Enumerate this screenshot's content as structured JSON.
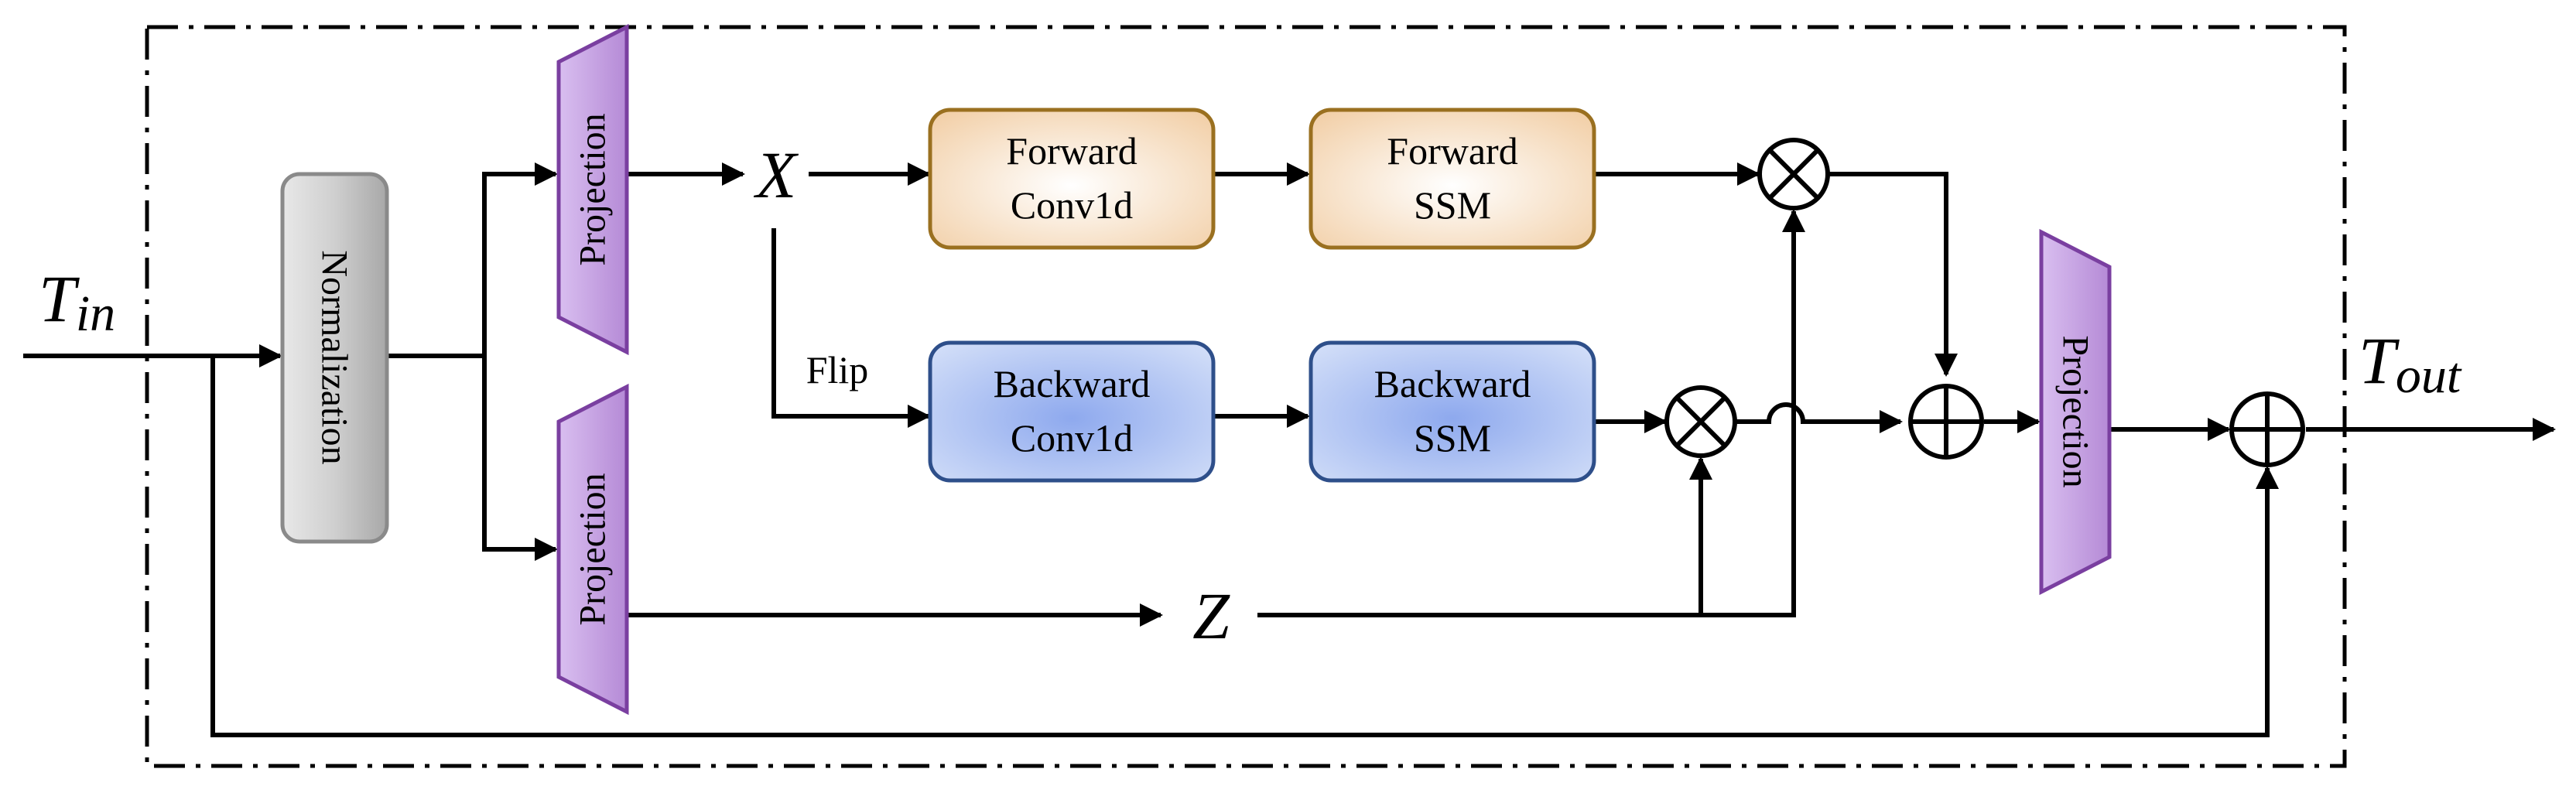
{
  "blocks": {
    "normalization": "Normalization",
    "projection": "Projection",
    "forward_conv_1": "Forward",
    "forward_conv_2": "Conv1d",
    "forward_ssm_1": "Forward",
    "forward_ssm_2": "SSM",
    "backward_conv_1": "Backward",
    "backward_conv_2": "Conv1d",
    "backward_ssm_1": "Backward",
    "backward_ssm_2": "SSM"
  },
  "labels": {
    "t_in_base": "T",
    "t_in_sub": "in",
    "t_out_base": "T",
    "t_out_sub": "out",
    "x": "X",
    "z": "Z",
    "flip": "Flip"
  },
  "operators": {
    "multiply": "⊗",
    "add": "⊕"
  },
  "colors": {
    "normalization_fill": "#c8c8c8",
    "normalization_stroke": "#8a8a8a",
    "projection_fill": "#c9a5e0",
    "projection_stroke": "#7a3fa0",
    "forward_fill": "#f6dcc0",
    "forward_stroke": "#9a7020",
    "backward_fill": "#b6c9f2",
    "backward_stroke": "#2e4f8a"
  }
}
